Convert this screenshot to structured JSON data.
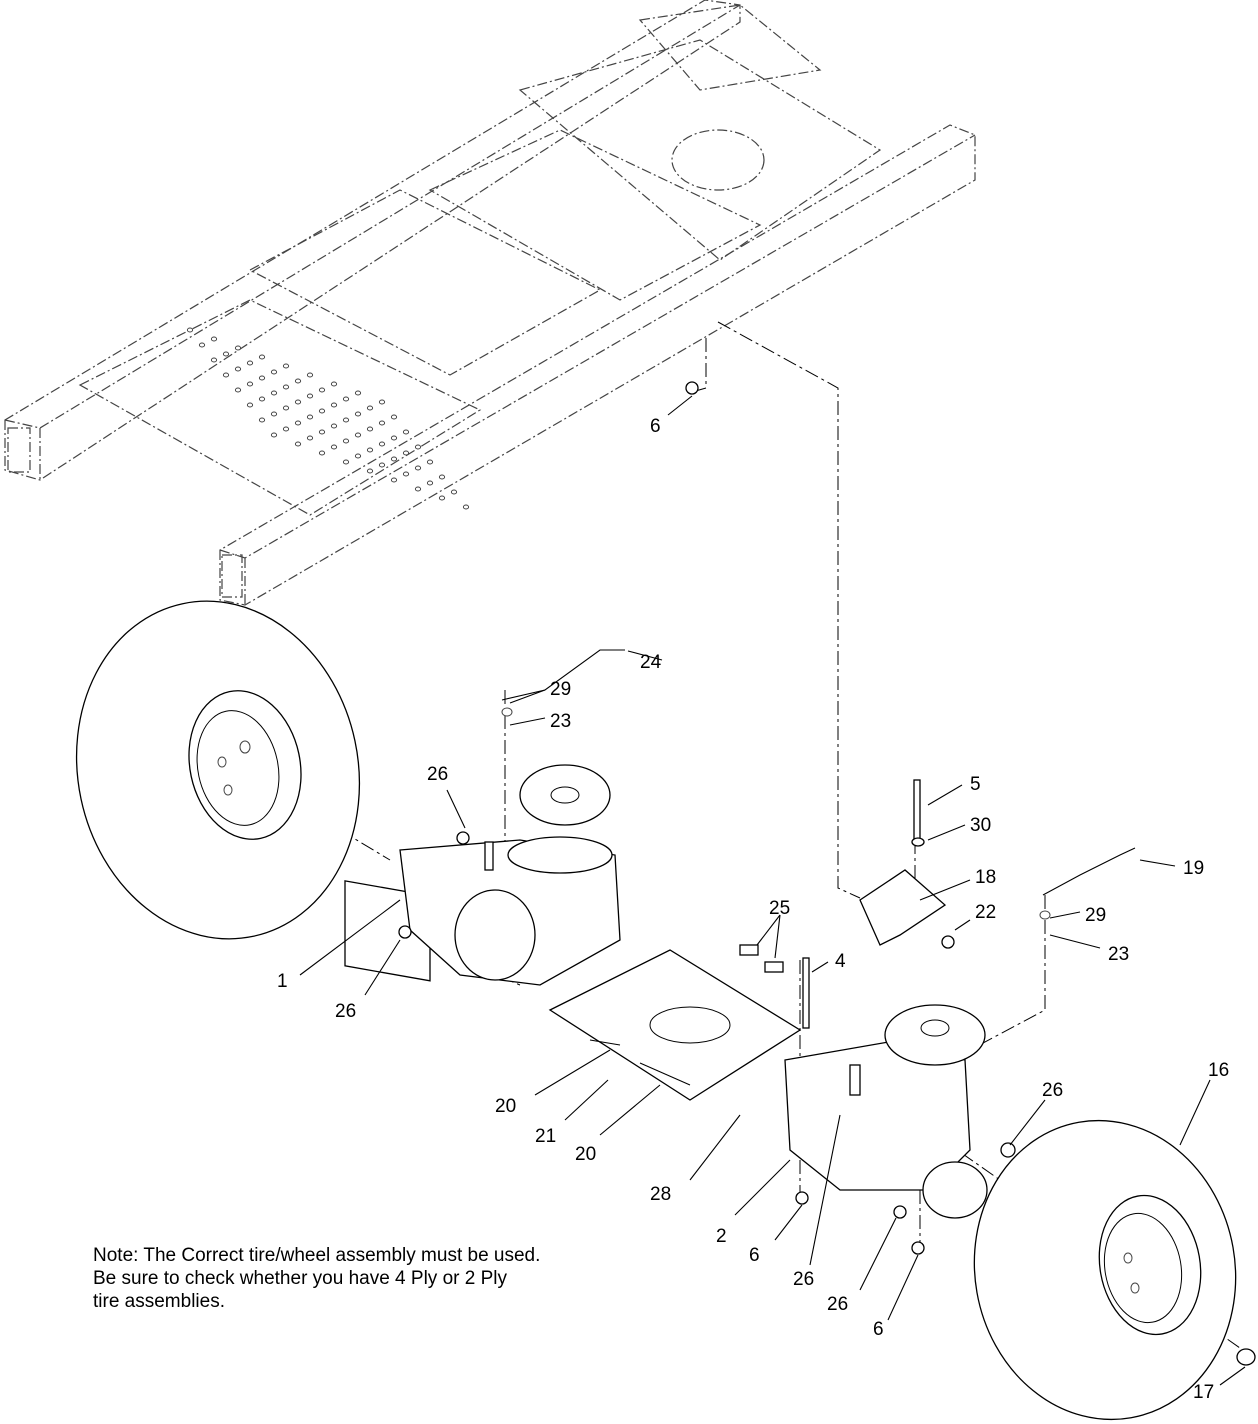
{
  "callouts": [
    {
      "id": "c6a",
      "text": "6"
    },
    {
      "id": "c24",
      "text": "24"
    },
    {
      "id": "c29a",
      "text": "29"
    },
    {
      "id": "c23a",
      "text": "23"
    },
    {
      "id": "c26a",
      "text": "26"
    },
    {
      "id": "c5",
      "text": "5"
    },
    {
      "id": "c30",
      "text": "30"
    },
    {
      "id": "c19",
      "text": "19"
    },
    {
      "id": "c18",
      "text": "18"
    },
    {
      "id": "c22",
      "text": "22"
    },
    {
      "id": "c29b",
      "text": "29"
    },
    {
      "id": "c25",
      "text": "25"
    },
    {
      "id": "c23b",
      "text": "23"
    },
    {
      "id": "c4",
      "text": "4"
    },
    {
      "id": "c1",
      "text": "1"
    },
    {
      "id": "c26b",
      "text": "26"
    },
    {
      "id": "c16",
      "text": "16"
    },
    {
      "id": "c26c",
      "text": "26"
    },
    {
      "id": "c20a",
      "text": "20"
    },
    {
      "id": "c21",
      "text": "21"
    },
    {
      "id": "c20b",
      "text": "20"
    },
    {
      "id": "c28",
      "text": "28"
    },
    {
      "id": "c2",
      "text": "2"
    },
    {
      "id": "c6b",
      "text": "6"
    },
    {
      "id": "c26d",
      "text": "26"
    },
    {
      "id": "c26e",
      "text": "26"
    },
    {
      "id": "c6c",
      "text": "6"
    },
    {
      "id": "c17",
      "text": "17"
    }
  ],
  "note": {
    "line1": "Note: The Correct tire/wheel assembly must be used.",
    "line2": "Be sure to check whether you have 4 Ply or 2 Ply",
    "line3": "tire assemblies."
  }
}
